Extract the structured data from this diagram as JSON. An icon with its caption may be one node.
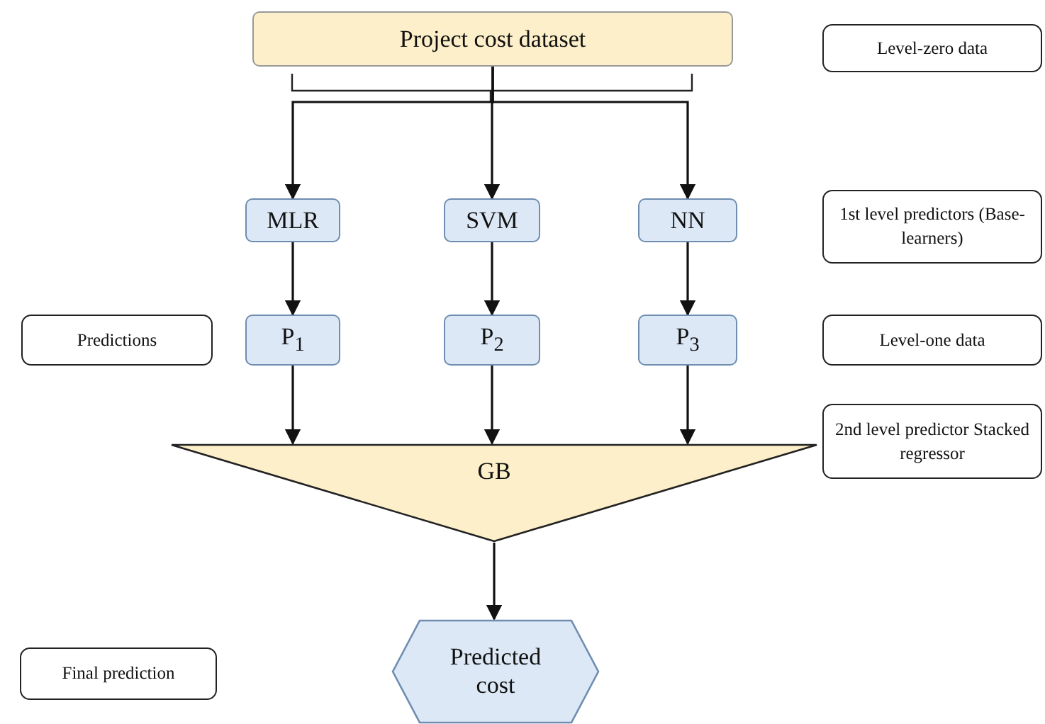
{
  "diagram": {
    "nodes": [
      {
        "text": [
          "Project cost dataset"
        ]
      },
      {
        "text": [
          "Level-zero data"
        ]
      },
      {
        "text": [
          "MLR"
        ]
      },
      {
        "text": [
          "SVM"
        ]
      },
      {
        "text": [
          "NN"
        ]
      },
      {
        "text": [
          "1st level predictors (Base-learners)"
        ]
      },
      {
        "text": [
          "Predictions"
        ]
      },
      {
        "text": [
          "P$_{1}$"
        ]
      },
      {
        "text": [
          "P$_{2}$"
        ]
      },
      {
        "text": [
          "P$_{3}$"
        ]
      },
      {
        "text": [
          "Level-one data"
        ]
      },
      {
        "text": [
          "GB"
        ]
      },
      {
        "text": [
          "2nd level predictor Stacked regressor"
        ]
      },
      {
        "text": [
          "Predicted cost"
        ]
      },
      {
        "text": [
          "Final prediction"
        ]
      }
    ],
    "edges": [
      {
        "from": 0,
        "to": 2,
        "arrow": "to"
      },
      {
        "from": 0,
        "to": 3,
        "arrow": "to"
      },
      {
        "from": 0,
        "to": 4,
        "arrow": "to"
      },
      {
        "from": 2,
        "to": 7,
        "arrow": "to"
      },
      {
        "from": 3,
        "to": 8,
        "arrow": "to"
      },
      {
        "from": 4,
        "to": 9,
        "arrow": "to"
      },
      {
        "from": 7,
        "to": 11,
        "arrow": "to"
      },
      {
        "from": 8,
        "to": 11,
        "arrow": "to"
      },
      {
        "from": 9,
        "to": 11,
        "arrow": "to"
      },
      {
        "from": 11,
        "to": 13,
        "arrow": "to"
      }
    ]
  }
}
